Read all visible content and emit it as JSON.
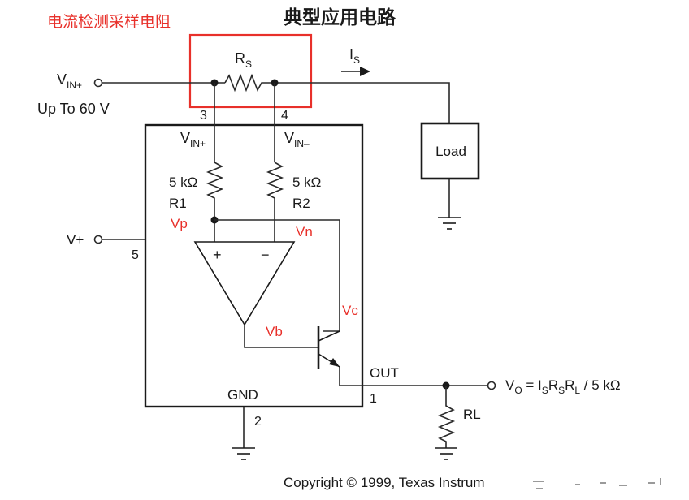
{
  "title": "典型应用电路",
  "annotation": "电流检测采样电阻",
  "components": {
    "rs_label": "R",
    "rs_sub": "S",
    "is_label": "I",
    "is_sub": "S",
    "load_label": "Load",
    "r1_value": "5 kΩ",
    "r1_label": "R1",
    "r2_value": "5 kΩ",
    "r2_label": "R2",
    "rl_label": "RL",
    "opamp_plus": "+",
    "opamp_minus": "−"
  },
  "pins": {
    "vin_plus_main": "V",
    "vin_plus_sub": "IN+",
    "up_to": "Up To 60 V",
    "pin3": "3",
    "pin4": "4",
    "vin_plus_inner_main": "V",
    "vin_plus_inner_sub": "IN+",
    "vin_minus_inner_main": "V",
    "vin_minus_inner_sub": "IN–",
    "vplus": "V+",
    "pin5": "5",
    "out": "OUT",
    "pin1": "1",
    "gnd": "GND",
    "pin2": "2"
  },
  "nodes": {
    "vp": "Vp",
    "vn": "Vn",
    "vc": "Vc",
    "vb": "Vb"
  },
  "output": {
    "v": "V",
    "o_sub": "O",
    "eq": " = I",
    "s1": "S",
    "r1": "R",
    "s2": "S",
    "r2": "R",
    "l": "L",
    "tail": " / 5 kΩ"
  },
  "copyright": "Copyright © 1999, Texas Instrum"
}
